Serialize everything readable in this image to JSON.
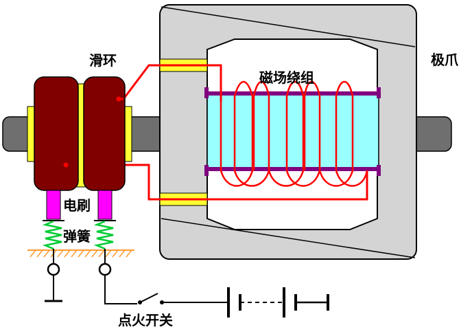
{
  "labels": {
    "slip_ring": "滑环",
    "field_winding": "磁场绕组",
    "claw_pole": "极爪",
    "brush": "电刷",
    "spring": "弹簧",
    "ignition_switch": "点火开关"
  },
  "colors": {
    "housing_fill": "#d4d4d4",
    "housing_stroke": "#000000",
    "shaft_fill": "#6f6f6f",
    "slip_ring_fill": "#800000",
    "insulator_fill": "#ffff33",
    "brush_fill": "#ff00ff",
    "spring_stroke": "#00cc33",
    "wire_red": "#ff0000",
    "core_fill": "#99ffff",
    "core_edge": "#800080",
    "ground_hatch": "#ff9933",
    "circuit_black": "#000000"
  },
  "icons": [
    "ground-icon",
    "switch-icon",
    "battery-icon",
    "terminal-icon"
  ]
}
